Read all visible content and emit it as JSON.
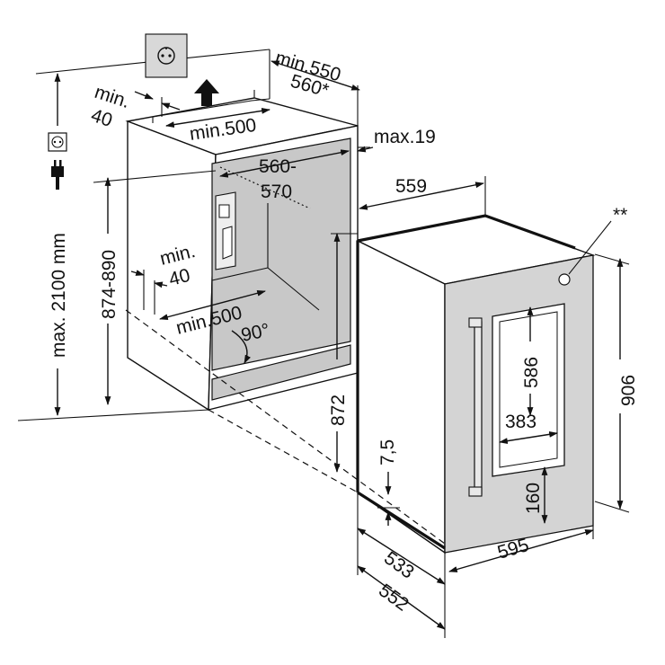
{
  "labels": {
    "min_550": "min.550",
    "d_560_star": "560*",
    "min_40_top_a": "min.",
    "min_40_top_b": "40",
    "min_500_top": "min.500",
    "max_19": "max.19",
    "d_560_570_a": "560-",
    "d_560_570_b": "570",
    "d_559": "559",
    "double_star": "**",
    "max_2100": "max. 2100 mm",
    "d_874_890": "874-890",
    "min_40_mid_a": "min.",
    "min_40_mid_b": "40",
    "min_500_bottom": "min.500",
    "angle_90": "90°",
    "d_872": "872",
    "d_7_5": "7,5",
    "d_586": "586",
    "d_383": "383",
    "d_160": "160",
    "d_906": "906",
    "d_533": "533",
    "d_552": "552",
    "d_595": "595"
  },
  "icons": {
    "wall_socket": "wall-socket-icon",
    "socket_symbol": "socket-symbol-icon",
    "plug": "plug-icon",
    "airflow_arrow": "up-arrow-icon"
  }
}
